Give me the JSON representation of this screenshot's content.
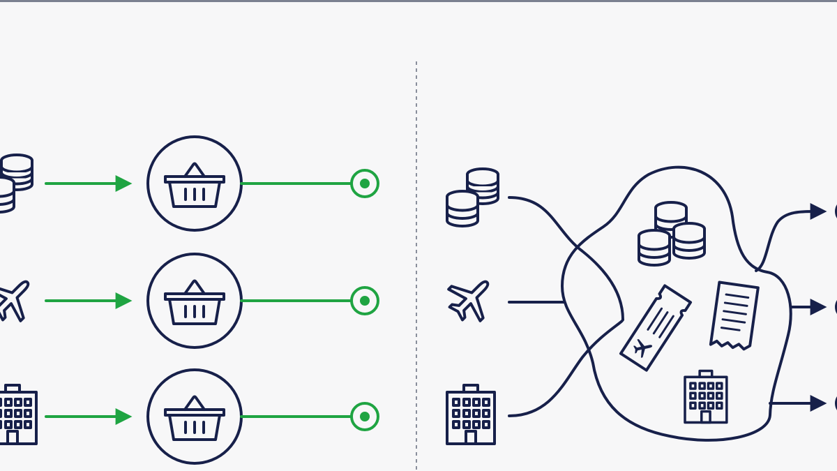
{
  "colors": {
    "navy": "#17204a",
    "green": "#1fa442",
    "background": "#f7f7f8",
    "top_border": "#7b8190",
    "divider": "#8a8f9c"
  },
  "left_panel": {
    "rows": [
      {
        "source": "coins-icon",
        "node": "basket-icon",
        "endpoint": "green-dot"
      },
      {
        "source": "airplane-icon",
        "node": "basket-icon",
        "endpoint": "green-dot"
      },
      {
        "source": "building-icon",
        "node": "basket-icon",
        "endpoint": "green-dot"
      }
    ]
  },
  "right_panel": {
    "sources": [
      "coins-icon",
      "airplane-icon",
      "building-icon"
    ],
    "pool_contents": [
      "coins-icon",
      "ticket-icon",
      "receipt-icon",
      "building-icon"
    ],
    "outputs": 3
  }
}
